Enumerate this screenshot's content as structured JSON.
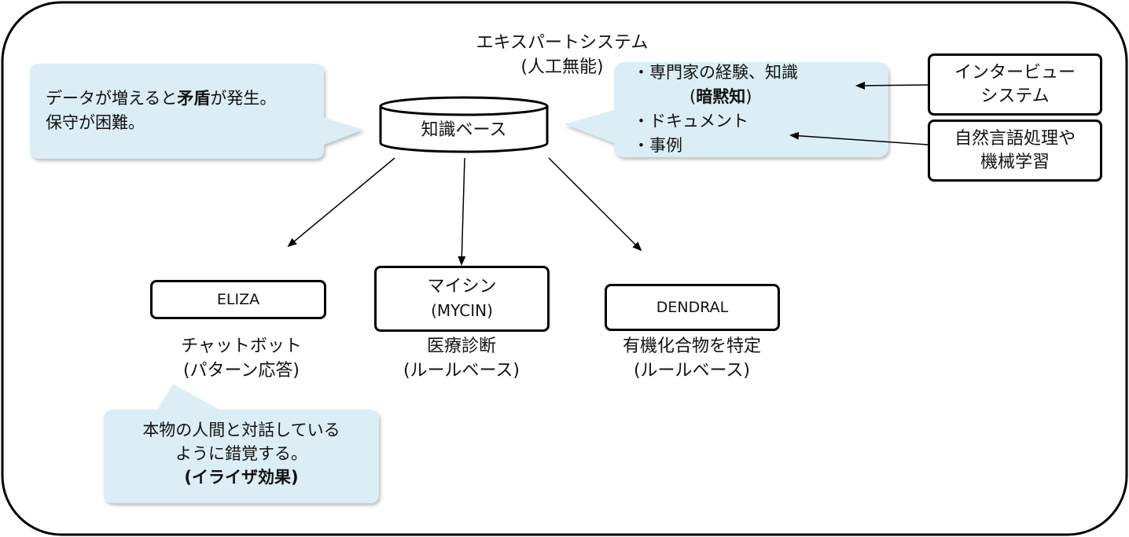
{
  "title": {
    "line1": "エキスパートシステム",
    "line2": "(人工無能)"
  },
  "knowledge_base": {
    "label": "知識ベース"
  },
  "left_bubble": {
    "line1_pre": "データが増えると",
    "line1_bold": "矛盾",
    "line1_post": "が発生。",
    "line2": "保守が困難。"
  },
  "right_bubble": {
    "item1": "・専門家の経験、知識",
    "item1b_open": "(",
    "item1b_bold": "暗黙知",
    "item1b_close": ")",
    "item2": "・ドキュメント",
    "item3": "・事例"
  },
  "side_boxes": [
    {
      "line1": "インタービュー",
      "line2": "システム"
    },
    {
      "line1": "自然言語処理や",
      "line2": "機械学習"
    }
  ],
  "systems": [
    {
      "name": "ELIZA",
      "desc1": "チャットボット",
      "desc2": "(パターン応答)"
    },
    {
      "name": "マイシン",
      "name2": "(MYCIN)",
      "desc1": "医療診断",
      "desc2": "(ルールベース)"
    },
    {
      "name": "DENDRAL",
      "desc1": "有機化合物を特定",
      "desc2": "(ルールベース)"
    }
  ],
  "eliza_bubble": {
    "line1": "本物の人間と対話している",
    "line2": "ように錯覚する。",
    "line3": "(イライザ効果)"
  },
  "colors": {
    "bubble": "#dbedf5",
    "line": "#000000"
  }
}
